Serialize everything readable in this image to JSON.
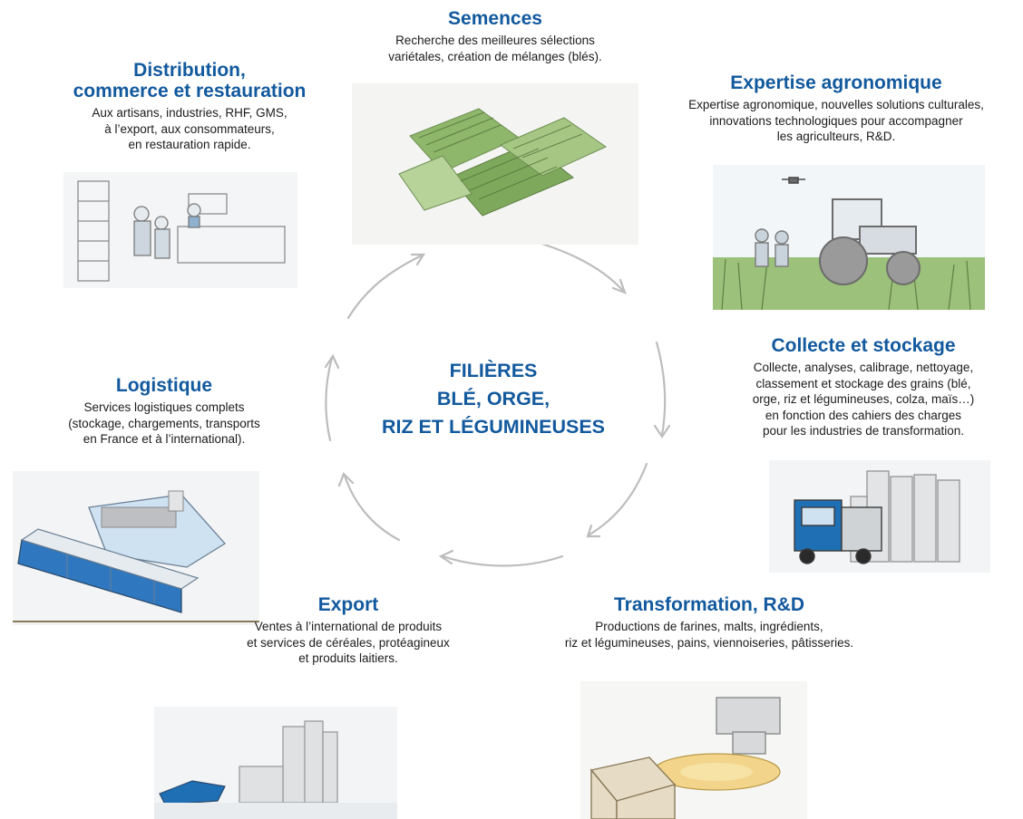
{
  "center": {
    "lines": [
      "FILIÈRES",
      "BLÉ, ORGE,",
      "RIZ ET LÉGUMINEUSES"
    ]
  },
  "stages": {
    "semences": {
      "title": "Semences",
      "desc": [
        "Recherche des meilleures sélections",
        "variétales, création de mélanges (blés)."
      ]
    },
    "expertise": {
      "title": "Expertise agronomique",
      "desc": [
        "Expertise agronomique, nouvelles solutions culturales,",
        "innovations technologiques pour accompagner",
        "les agriculteurs, R&D."
      ]
    },
    "collecte": {
      "title": "Collecte et stockage",
      "desc": [
        "Collecte, analyses, calibrage, nettoyage,",
        "classement et stockage des grains (blé,",
        "orge, riz et légumineuses, colza, maïs…)",
        "en fonction des cahiers des charges",
        "pour les industries de transformation."
      ]
    },
    "transformation": {
      "title": "Transformation, R&D",
      "desc": [
        "Productions de farines, malts, ingrédients,",
        "riz et légumineuses, pains, viennoiseries, pâtisseries."
      ]
    },
    "export": {
      "title": "Export",
      "desc": [
        "Ventes à l’international de produits",
        "et services de céréales, protéagineux",
        "et produits laitiers."
      ]
    },
    "logistique": {
      "title": "Logistique",
      "desc": [
        "Services logistiques complets",
        "(stockage, chargements, transports",
        "en France et à l’international)."
      ]
    },
    "distribution": {
      "title": [
        "Distribution,",
        "commerce et restauration"
      ],
      "desc": [
        "Aux artisans, industries, RHF, GMS,",
        "à l’export, aux consommateurs,",
        "en restauration rapide."
      ]
    }
  },
  "colors": {
    "title": "#12599e",
    "text": "#1b1b1b",
    "arrow": "#bdbdbd",
    "sketch_line": "#8c8c8c",
    "field_green": "#7ea95c",
    "sky_blue": "#d7e6f2",
    "accent_blue": "#1f6fb5"
  }
}
